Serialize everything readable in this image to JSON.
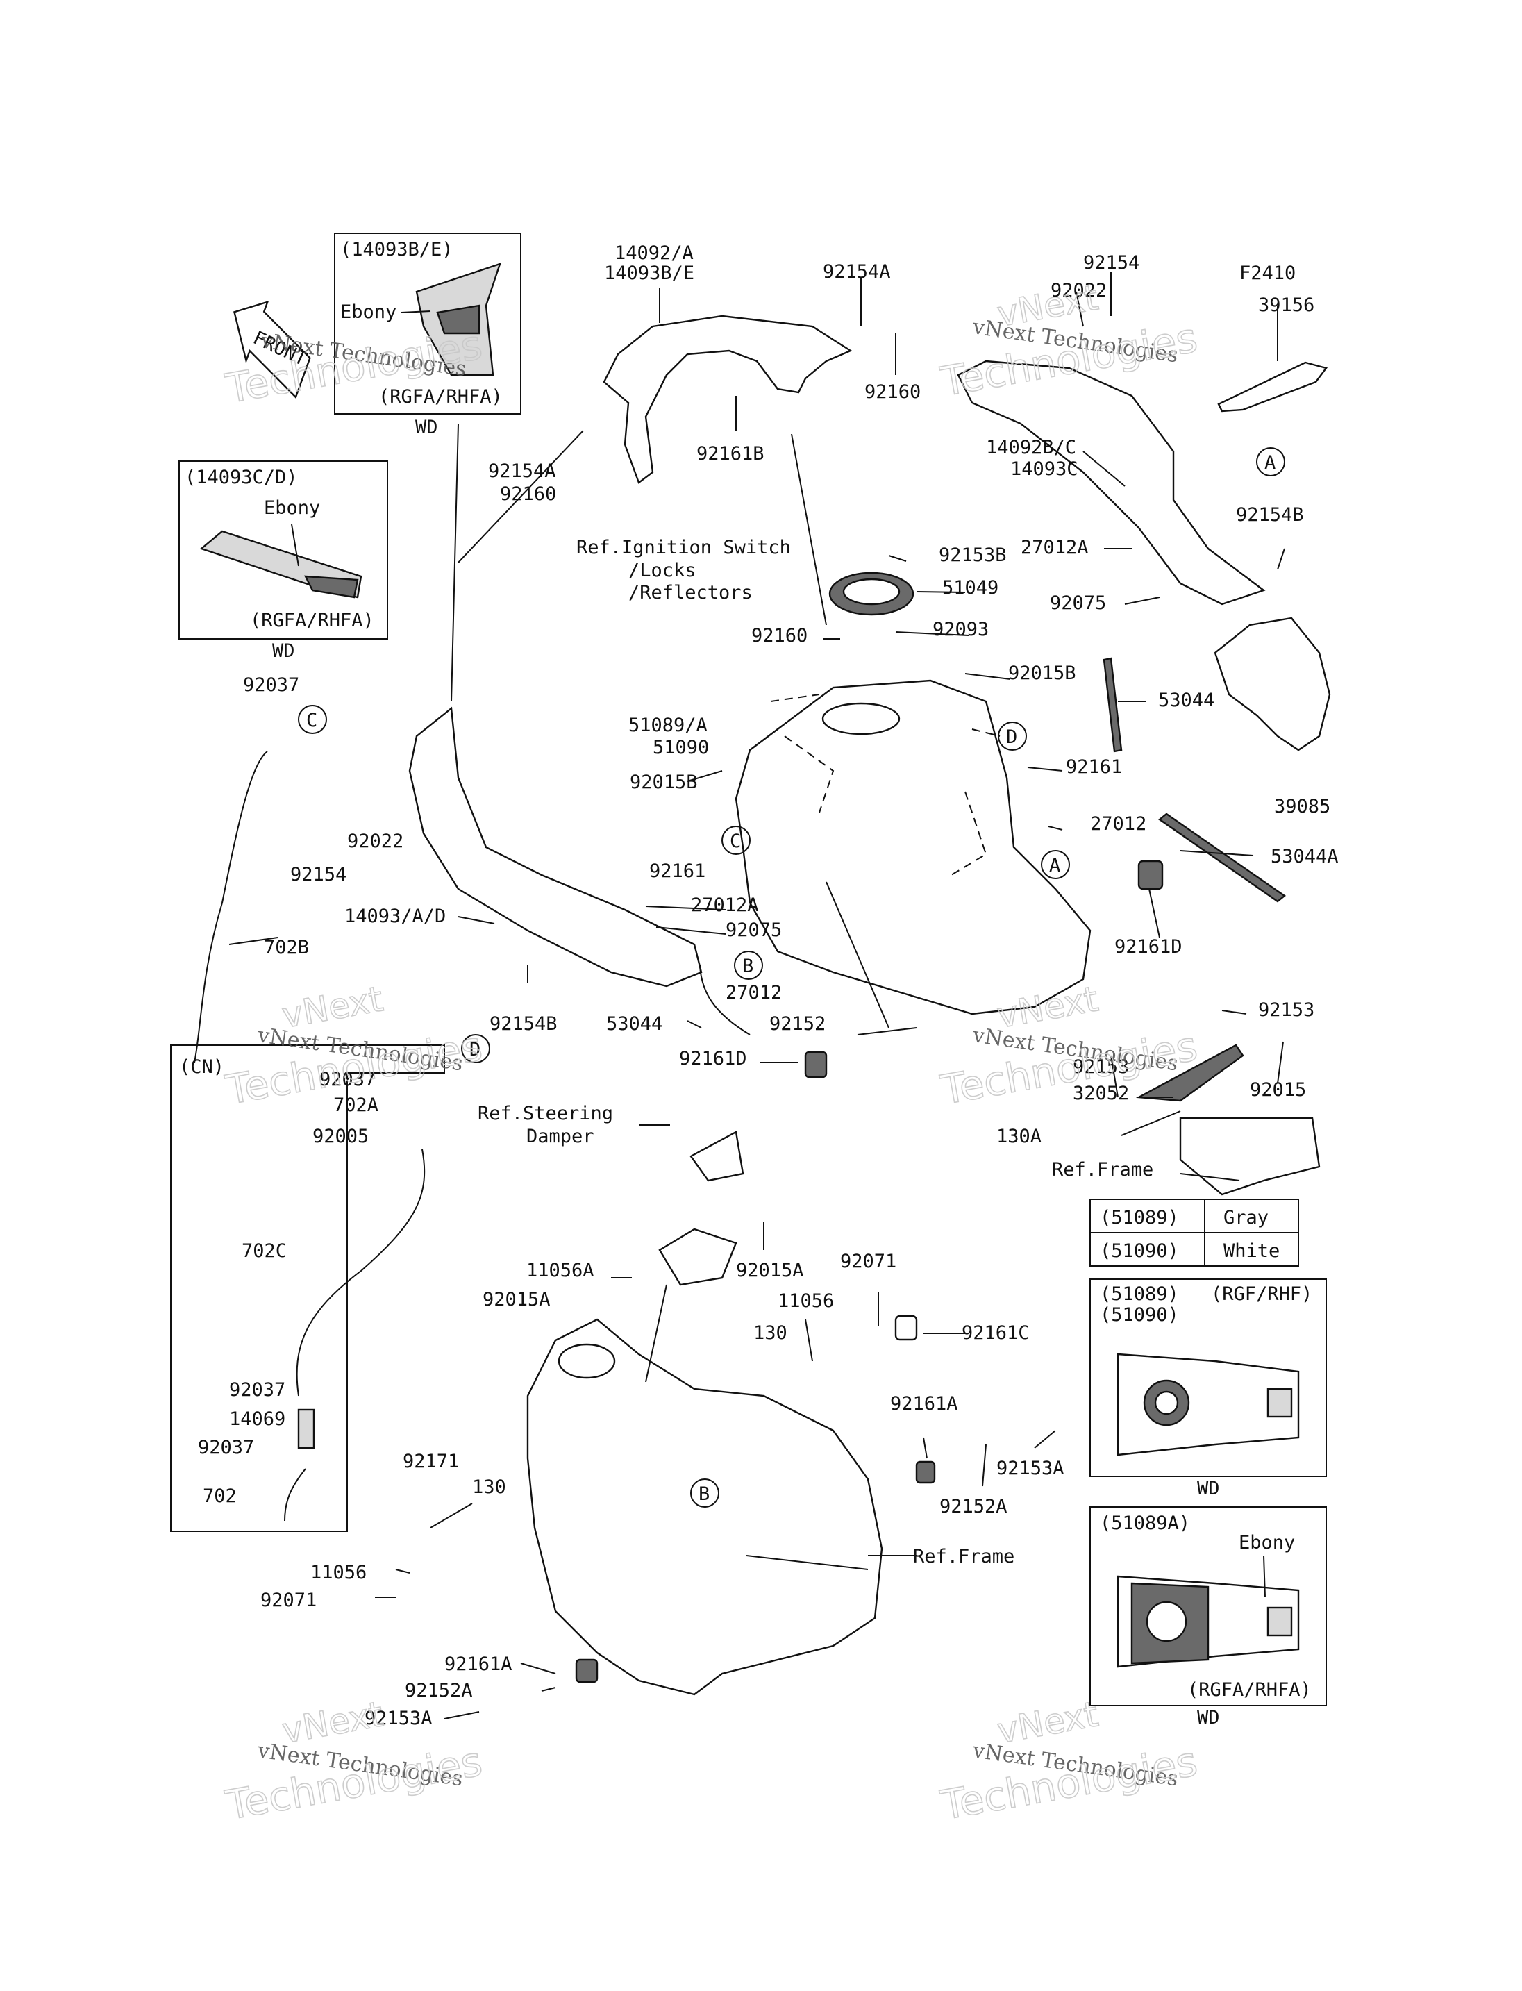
{
  "figure_code": "F2410",
  "watermark": {
    "line1": "vNext Technologies",
    "line2": "Technologies",
    "line3": "vNext"
  },
  "front_label": "FRONT",
  "refs": {
    "ignition_1": "Ref.Ignition Switch",
    "ignition_2": "/Locks",
    "ignition_3": "/Reflectors",
    "steering_1": "Ref.Steering",
    "steering_2": "Damper",
    "frame_1": "Ref.Frame",
    "frame_2": "Ref.Frame"
  },
  "insets": {
    "top_left": {
      "title": "(14093B/E)",
      "color": "Ebony",
      "models": "(RGFA/RHFA)",
      "below": "WD"
    },
    "mid_left": {
      "title": "(14093C/D)",
      "color": "Ebony",
      "models": "(RGFA/RHFA)",
      "below": "WD"
    },
    "cn": {
      "title": "(CN)"
    },
    "color_table": {
      "rows": [
        {
          "part": "(51089)",
          "color": "Gray"
        },
        {
          "part": "(51090)",
          "color": "White"
        }
      ]
    },
    "right_1": {
      "title1": "(51089)",
      "title2": "(51090)",
      "models": "(RGF/RHF)",
      "below": "WD"
    },
    "right_2": {
      "title": "(51089A)",
      "color": "Ebony",
      "models": "(RGFA/RHFA)",
      "below": "WD"
    }
  },
  "circle_markers": [
    "A",
    "A",
    "B",
    "B",
    "C",
    "C",
    "D",
    "D"
  ],
  "labels": {
    "p14092_a": "14092/A",
    "p14093b_e": "14093B/E",
    "p92154a_1": "92154A",
    "p92160_1": "92160",
    "p92154_1": "92154",
    "p92022_1": "92022",
    "p39156": "39156",
    "p92161b": "92161B",
    "p92154a_2": "92154A",
    "p92160_2": "92160",
    "p14092b_c": "14092B/C",
    "p14093c": "14093C",
    "p92154b_1": "92154B",
    "p92153b": "92153B",
    "p27012a_1": "27012A",
    "p51049": "51049",
    "p92160_3": "92160",
    "p92093": "92093",
    "p92075_1": "92075",
    "p92015b_1": "92015B",
    "p53044_1": "53044",
    "p51089_a": "51089/A",
    "p51090": "51090",
    "p39085": "39085",
    "p92161_1": "92161",
    "p92015b_2": "92015B",
    "p27012_1": "27012",
    "p92037_1": "92037",
    "p92154_2": "92154",
    "p92022_2": "92022",
    "p53044a": "53044A",
    "p92161_2": "92161",
    "p27012a_2": "27012A",
    "p14093_a_d": "14093/A/D",
    "p92075_2": "92075",
    "p702b": "702B",
    "p92161d_1": "92161D",
    "p27012_2": "27012",
    "p92154b_2": "92154B",
    "p53044_2": "53044",
    "p92152_1": "92152",
    "p92153_1": "92153",
    "p92037_2": "92037",
    "p92161d_2": "92161D",
    "p92153_2": "92153",
    "p32052": "32052",
    "p92015_1": "92015",
    "p702a": "702A",
    "p92005": "92005",
    "p130a": "130A",
    "p702c": "702C",
    "p92015a_1": "92015A",
    "p11056a": "11056A",
    "p92071_1": "92071",
    "p92015a_2": "92015A",
    "p11056_1": "11056",
    "p130_1": "130",
    "p92161c": "92161C",
    "p92037_3": "92037",
    "p14069": "14069",
    "p92037_4": "92037",
    "p92161a_1": "92161A",
    "p702": "702",
    "p92171": "92171",
    "p130_2": "130",
    "p92153a_1": "92153A",
    "p92152a_1": "92152A",
    "p11056_2": "11056",
    "p92071_2": "92071",
    "p92161a_2": "92161A",
    "p92152a_2": "92152A",
    "p92153a_2": "92153A"
  }
}
